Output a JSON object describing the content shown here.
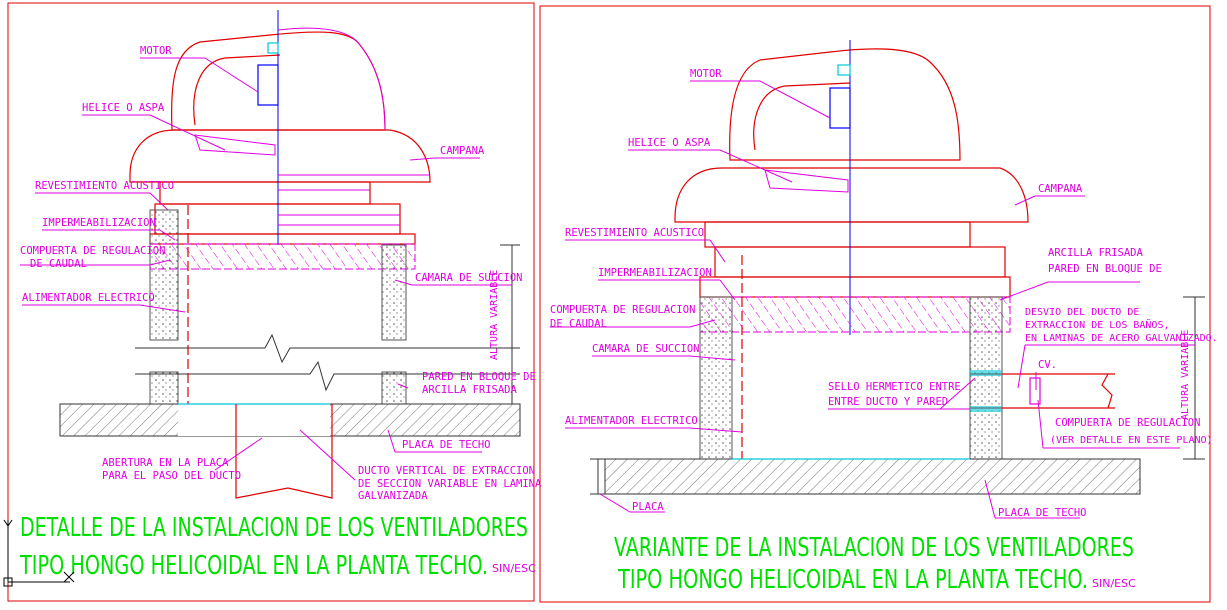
{
  "left_sheet": {
    "labels": {
      "motor": "MOTOR",
      "helice": "HELICE O ASPA",
      "campana": "CAMPANA",
      "revestimiento": "REVESTIMIENTO ACUSTICO",
      "impermeabilizacion": "IMPERMEABILIZACION",
      "compuerta_1": "COMPUERTA DE REGULACION",
      "compuerta_2": "DE CAUDAL",
      "alimentador": "ALIMENTADOR ELECTRICO",
      "camara": "CAMARA DE SUCCION",
      "altura": "ALTURA VARIABLE",
      "pared_1": "PARED EN BLOQUE DE",
      "pared_2": "ARCILLA FRISADA",
      "placa_techo": "PLACA DE TECHO",
      "abertura_1": "ABERTURA EN LA PLACA",
      "abertura_2": "PARA EL PASO DEL DUCTO",
      "ducto_1": "DUCTO VERTICAL DE EXTRACCION",
      "ducto_2": "DE SECCION VARIABLE EN LAMINA",
      "ducto_3": "GALVANIZADA"
    },
    "title_line1": "DETALLE DE LA INSTALACION DE LOS VENTILADORES",
    "title_line2": "TIPO HONGO HELICOIDAL EN LA PLANTA TECHO.",
    "scale": "SIN/ESC"
  },
  "right_sheet": {
    "labels": {
      "motor": "MOTOR",
      "helice": "HELICE O ASPA",
      "campana": "CAMPANA",
      "revestimiento": "REVESTIMIENTO ACUSTICO",
      "impermeabilizacion": "IMPERMEABILIZACION",
      "compuerta_1": "COMPUERTA DE REGULACION",
      "compuerta_2": "DE CAUDAL",
      "camara": "CAMARA DE SUCCION",
      "alimentador": "ALIMENTADOR ELECTRICO",
      "arcilla_1": "ARCILLA FRISADA",
      "arcilla_2": "PARED EN BLOQUE DE",
      "desvio_1": "DESVIO DEL DUCTO DE",
      "desvio_2": "EXTRACCION DE LOS BAÑOS,",
      "desvio_3": "EN LAMINAS DE ACERO GALVANIZADO.",
      "cv": "CV.",
      "sello_1": "SELLO HERMETICO ENTRE",
      "sello_2": "ENTRE DUCTO Y PARED",
      "compuerta_reg_1": "COMPUERTA DE REGULACION",
      "compuerta_reg_2": "(VER DETALLE EN ESTE PLANO)",
      "altura": "ALTURA VARIABLE",
      "placa": "PLACA",
      "placa_techo": "PLACA DE TECHO"
    },
    "title_line1": "VARIANTE DE LA INSTALACION DE LOS VENTILADORES",
    "title_line2": "TIPO HONGO HELICOIDAL EN LA PLANTA TECHO.",
    "scale": "SIN/ESC"
  },
  "colors": {
    "frame": "#e00000",
    "label": "#e000e0",
    "title": "#00e000",
    "axis": "#0000ff",
    "accent": "#00c8d8",
    "hatch": "#888888",
    "ucs": "#000000"
  }
}
